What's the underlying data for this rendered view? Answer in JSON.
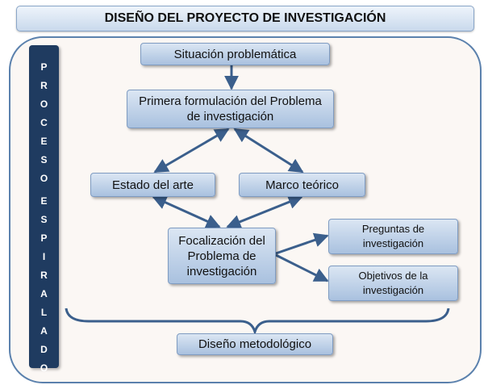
{
  "title": "DISEÑO DEL PROYECTO DE INVESTIGACIÓN",
  "sidebar": {
    "letters": [
      "P",
      "R",
      "O",
      "C",
      "E",
      "S",
      "O",
      "E",
      "S",
      "P",
      "I",
      "R",
      "A",
      "L",
      "A",
      "D",
      "O"
    ]
  },
  "nodes": {
    "situacion": "Situación problemática",
    "primera_line1": "Primera formulación del Problema",
    "primera_line2": "de investigación",
    "estado": "Estado del arte",
    "marco": "Marco teórico",
    "focal_line1": "Focalización del",
    "focal_line2": "Problema de",
    "focal_line3": "investigación",
    "preguntas_line1": "Preguntas de",
    "preguntas_line2": "investigación",
    "objetivos_line1": "Objetivos de la",
    "objetivos_line2": "investigación",
    "diseno": "Diseño metodológico"
  },
  "colors": {
    "sidebar": "#1f3b60",
    "arrow": "#3b5f8c",
    "panel_border": "#5b81ad"
  }
}
